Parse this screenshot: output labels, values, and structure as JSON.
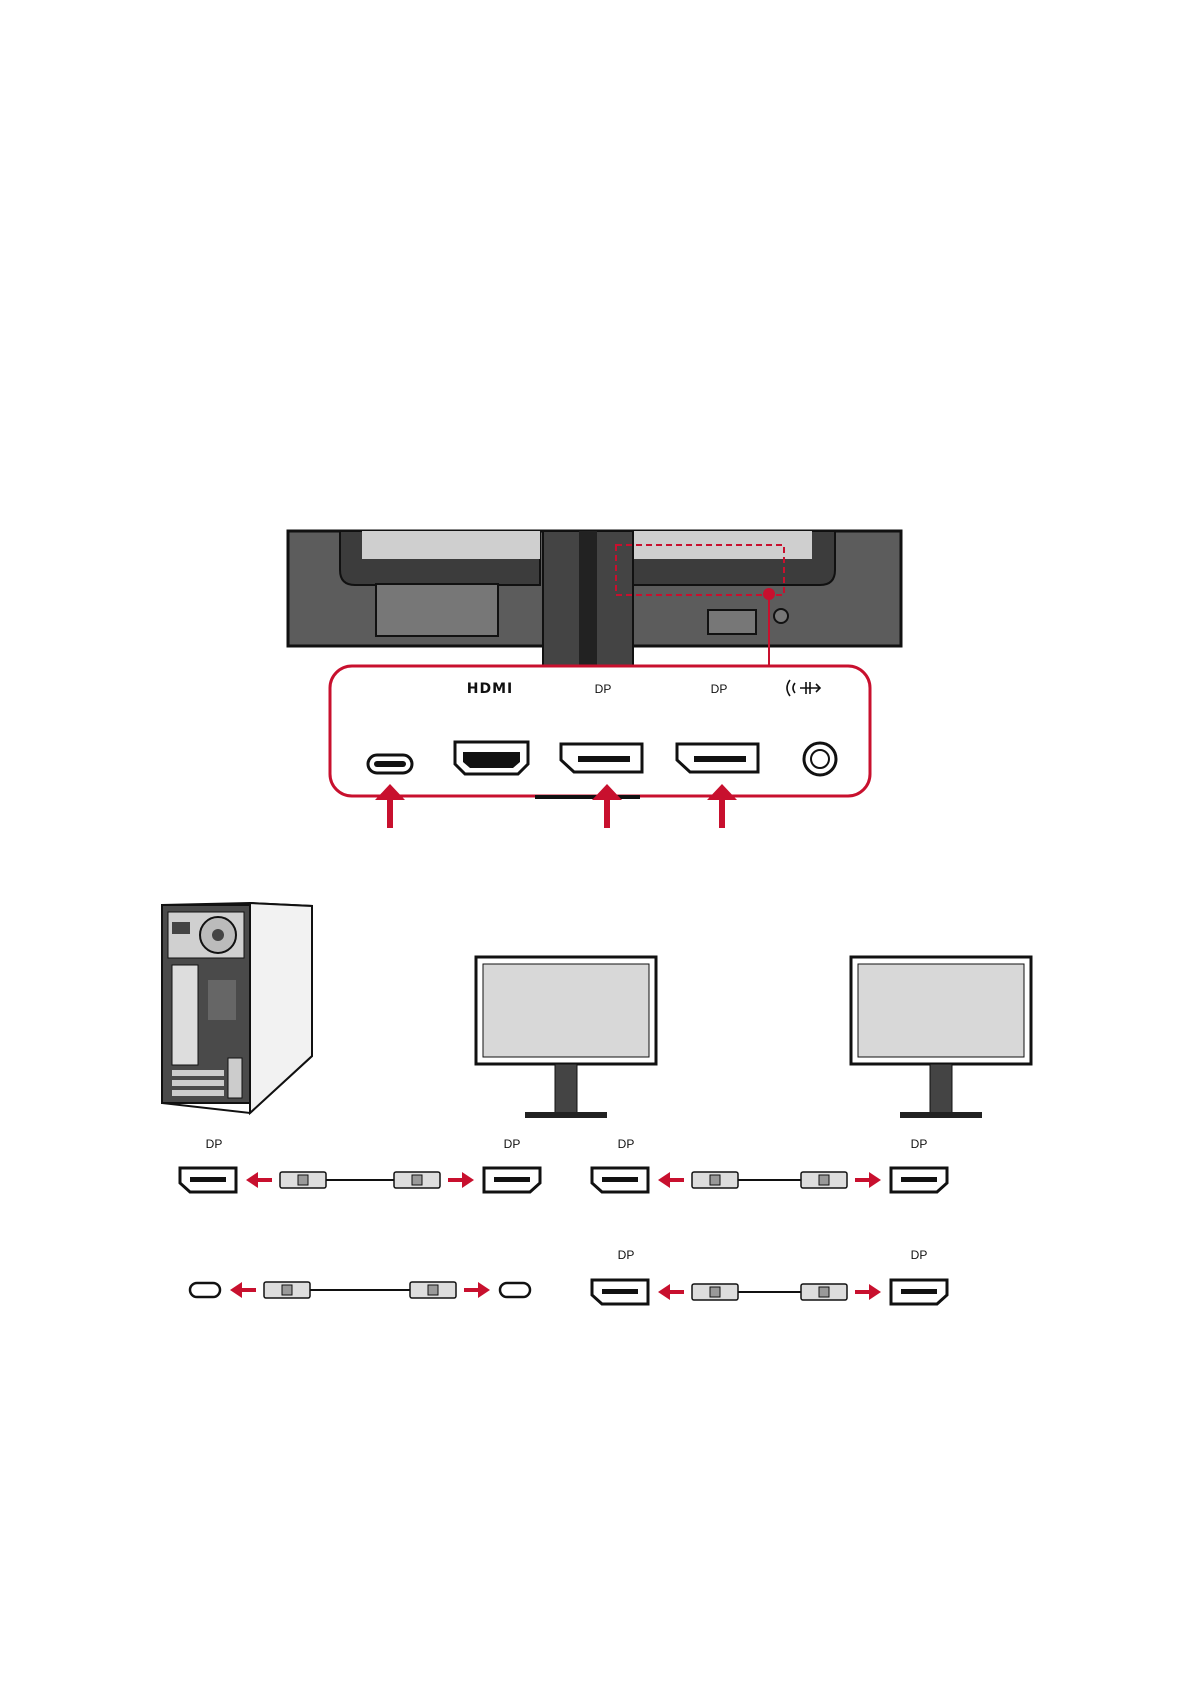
{
  "colors": {
    "accent": "#c8102e",
    "panel_dark": "#5a5a5a",
    "panel_mid": "#cfcfcf",
    "outline": "#111111",
    "screen": "#d8d8d8"
  },
  "port_panel": {
    "labels": {
      "usb_c": "",
      "hdmi": "HDMI",
      "dp1": "DP",
      "dp2": "DP",
      "audio_icon": "audio-out-icon"
    }
  },
  "connections": [
    {
      "from_label": "DP",
      "to_label": "DP",
      "connector": "displayport",
      "cable": "dp-cable"
    },
    {
      "from_label": "DP",
      "to_label": "DP",
      "connector": "displayport",
      "cable": "dp-cable"
    },
    {
      "from_label": "",
      "to_label": "",
      "connector": "usb-c",
      "cable": "usb-c-cable"
    },
    {
      "from_label": "DP",
      "to_label": "DP",
      "connector": "displayport",
      "cable": "dp-cable"
    }
  ]
}
